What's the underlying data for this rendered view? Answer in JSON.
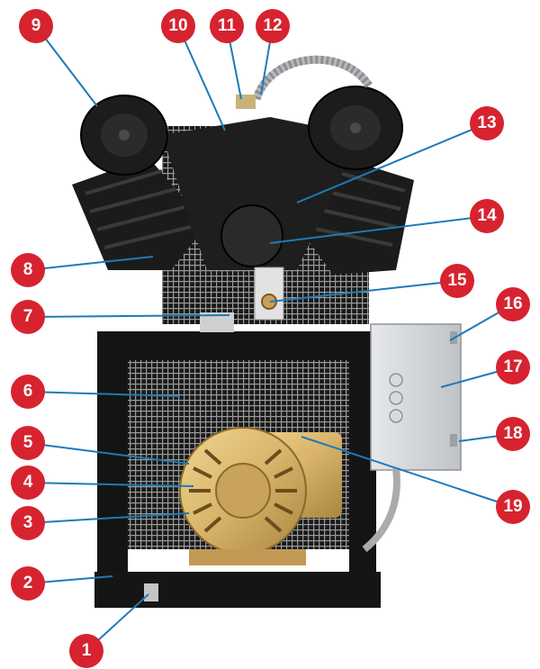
{
  "colors": {
    "badge": "#d6232f",
    "badge_text": "#ffffff",
    "leader_line": "#1f7ab8",
    "frame": "#141414",
    "motor": "#d9b46a",
    "box": "#d2d5d8"
  },
  "callouts": [
    {
      "number": "1"
    },
    {
      "number": "2"
    },
    {
      "number": "3"
    },
    {
      "number": "4"
    },
    {
      "number": "5"
    },
    {
      "number": "6"
    },
    {
      "number": "7"
    },
    {
      "number": "8"
    },
    {
      "number": "9"
    },
    {
      "number": "10"
    },
    {
      "number": "11"
    },
    {
      "number": "12"
    },
    {
      "number": "13"
    },
    {
      "number": "14"
    },
    {
      "number": "15"
    },
    {
      "number": "16"
    },
    {
      "number": "17"
    },
    {
      "number": "18"
    },
    {
      "number": "19"
    }
  ]
}
